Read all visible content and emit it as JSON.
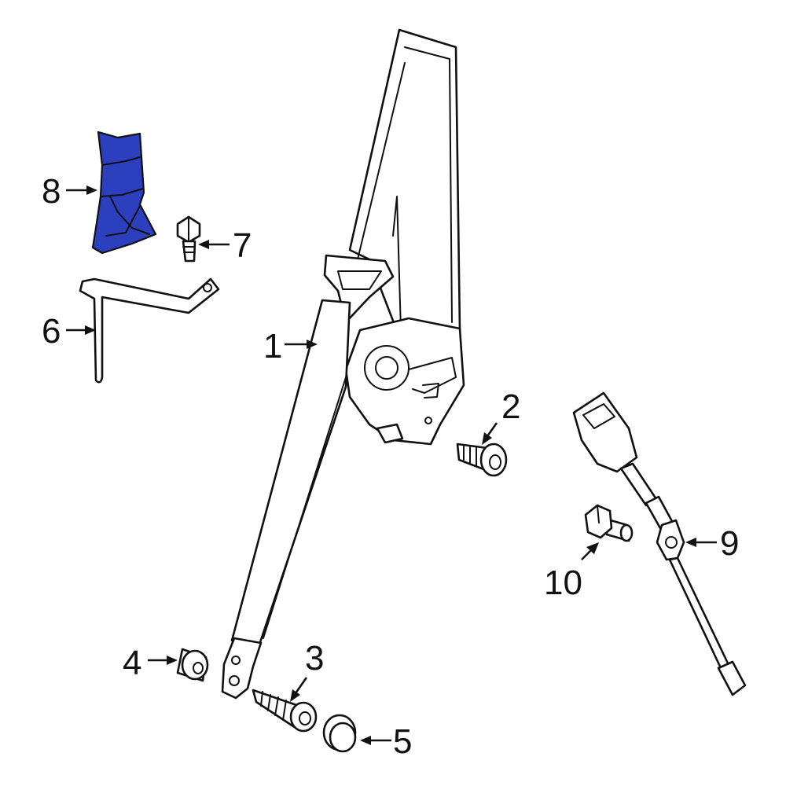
{
  "diagram": {
    "highlight_color": "#2b3fbf",
    "line_color": "#111111",
    "callouts": [
      {
        "id": "1",
        "label": "1"
      },
      {
        "id": "2",
        "label": "2"
      },
      {
        "id": "3",
        "label": "3"
      },
      {
        "id": "4",
        "label": "4"
      },
      {
        "id": "5",
        "label": "5"
      },
      {
        "id": "6",
        "label": "6"
      },
      {
        "id": "7",
        "label": "7"
      },
      {
        "id": "8",
        "label": "8"
      },
      {
        "id": "9",
        "label": "9"
      },
      {
        "id": "10",
        "label": "10"
      }
    ],
    "highlighted_part": "8"
  }
}
